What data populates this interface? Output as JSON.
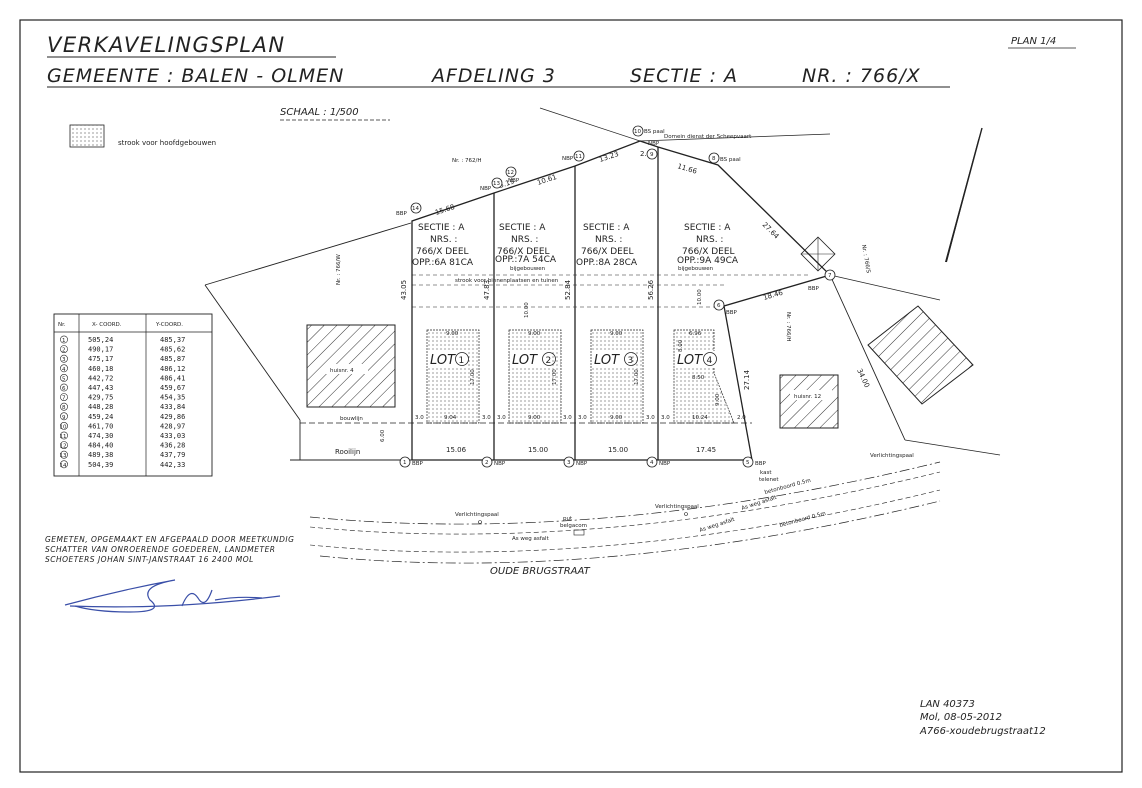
{
  "header": {
    "title": "VERKAVELINGSPLAN",
    "plan": "PLAN 1/4",
    "gemeente": "GEMEENTE : BALEN - OLMEN",
    "afdeling": "AFDELING 3",
    "sectie": "SECTIE : A",
    "nr": "NR. : 766/X"
  },
  "schaal": "SCHAAL : 1/500",
  "legend": {
    "label": "strook voor hoofdgebouwen"
  },
  "neighbours": {
    "nr_762h": "Nr. : 762/H",
    "domein": "Domein dienst der Scheepvaart",
    "nr_766w": "Nr. : 766/W",
    "nr_766s": "Nr. : 766/S",
    "nr_766h": "Nr. : 766/H",
    "huisnr4": "huisnr. 4",
    "huisnr12": "huisnr. 12"
  },
  "markers": {
    "bbp": "BBP",
    "nbp": "NBP",
    "bs_paal": "BS paal"
  },
  "lots": [
    {
      "sectie": "SECTIE : A",
      "nrs": "NRS. :",
      "deel": "766/X DEEL",
      "opp": "OPP.:6A 81CA",
      "label": "LOT",
      "num": "1"
    },
    {
      "sectie": "SECTIE : A",
      "nrs": "NRS. :",
      "deel": "766/X DEEL",
      "opp": "OPP.:7A 54CA",
      "label": "LOT",
      "num": "2"
    },
    {
      "sectie": "SECTIE : A",
      "nrs": "NRS. :",
      "deel": "766/X DEEL",
      "opp": "OPP.:8A 28CA",
      "label": "LOT",
      "num": "3"
    },
    {
      "sectie": "SECTIE : A",
      "nrs": "NRS. :",
      "deel": "766/X DEEL",
      "opp": "OPP.:9A 49CA",
      "label": "LOT",
      "num": "4"
    }
  ],
  "zone_labels": {
    "bijgebouwen": "bijgebouwen",
    "strook_tuinen": "strook voor binnenplaatsen en tuinen",
    "bouwlijn": "bouwlijn",
    "rooilijn": "Rooilijn"
  },
  "dimensions": {
    "front": [
      "15.06",
      "15.00",
      "15.00",
      "17.45"
    ],
    "depth": [
      "43.05",
      "47.83",
      "52.84",
      "56.26"
    ],
    "rear": [
      "15.68",
      "5.19",
      "10.61",
      "13.23",
      "2.61",
      "11.66"
    ],
    "east": [
      "27.64",
      "18.46",
      "27.14",
      "34.00",
      "10.00"
    ],
    "building": [
      "9.00",
      "17.00",
      "9.04",
      "9.00",
      "6.96",
      "8.50",
      "9.00",
      "10.24",
      "3.0",
      "2.0",
      "6.00",
      "10.00",
      "8.00"
    ]
  },
  "coord_table": {
    "headers": [
      "Nr.",
      "X- COORD.",
      "Y-COORD."
    ],
    "rows": [
      [
        "1",
        "505,24",
        "485,37"
      ],
      [
        "2",
        "490,17",
        "485,62"
      ],
      [
        "3",
        "475,17",
        "485,87"
      ],
      [
        "4",
        "460,18",
        "486,12"
      ],
      [
        "5",
        "442,72",
        "486,41"
      ],
      [
        "6",
        "447,43",
        "459,67"
      ],
      [
        "7",
        "429,75",
        "454,35"
      ],
      [
        "8",
        "448,28",
        "433,84"
      ],
      [
        "9",
        "459,24",
        "429,86"
      ],
      [
        "10",
        "461,70",
        "428,97"
      ],
      [
        "11",
        "474,30",
        "433,03"
      ],
      [
        "12",
        "484,40",
        "436,28"
      ],
      [
        "13",
        "489,38",
        "437,79"
      ],
      [
        "14",
        "504,39",
        "442,33"
      ]
    ]
  },
  "street": {
    "name": "OUDE BRUGSTRAAT",
    "verlichtingspaal": "Verlichtingspaal",
    "put": "put",
    "belgacom": "belgacom",
    "as_weg": "As weg asfalt",
    "betonboord": "betonboord 0.5m",
    "kast": "kast",
    "telenet": "telenet"
  },
  "credits": [
    "GEMETEN, OPGEMAAKT EN AFGEPAALD DOOR MEETKUNDIG",
    "SCHATTER VAN ONROERENDE GOEDEREN, LANDMETER",
    "SCHOETERS JOHAN    SINT-JANSTRAAT 16    2400  MOL"
  ],
  "footer": {
    "lan": "LAN 40373",
    "date": "Mol, 08-05-2012",
    "file": "A766-xoudebrugstraat12"
  },
  "colors": {
    "ink": "#222222",
    "signature": "#3a4fa8",
    "paper": "#ffffff"
  }
}
